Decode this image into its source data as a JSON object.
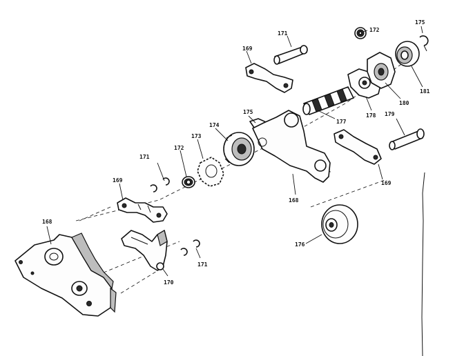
{
  "diagram": {
    "callouts": [
      {
        "id": "c-171-top",
        "text": "171"
      },
      {
        "id": "c-169-top",
        "text": "169"
      },
      {
        "id": "c-172-top",
        "text": "172"
      },
      {
        "id": "c-175-top",
        "text": "175"
      },
      {
        "id": "c-181",
        "text": "181"
      },
      {
        "id": "c-180",
        "text": "180"
      },
      {
        "id": "c-178-right",
        "text": "178"
      },
      {
        "id": "c-179",
        "text": "179"
      },
      {
        "id": "c-177",
        "text": "177"
      },
      {
        "id": "c-175-mid",
        "text": "175"
      },
      {
        "id": "c-174",
        "text": "174"
      },
      {
        "id": "c-173",
        "text": "173"
      },
      {
        "id": "c-172-mid",
        "text": "172"
      },
      {
        "id": "c-171-mid",
        "text": "171"
      },
      {
        "id": "c-169-left",
        "text": "169"
      },
      {
        "id": "c-168-left",
        "text": "168"
      },
      {
        "id": "c-168-mid",
        "text": "168"
      },
      {
        "id": "c-169-right",
        "text": "169"
      },
      {
        "id": "c-176",
        "text": "176"
      },
      {
        "id": "c-170",
        "text": "170"
      },
      {
        "id": "c-171-low",
        "text": "171"
      }
    ]
  }
}
